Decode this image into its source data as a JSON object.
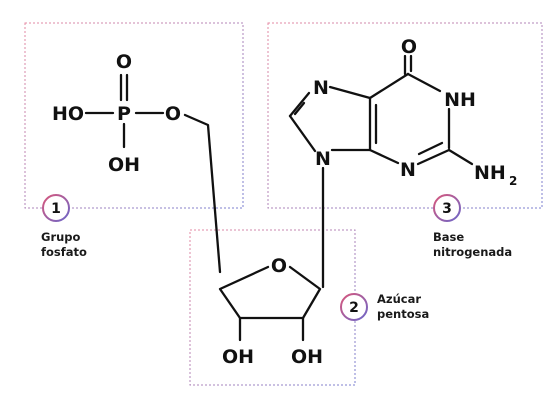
{
  "colors": {
    "frame_gradient_start": "#e58aa3",
    "frame_gradient_end": "#7a7fd0",
    "badge_gradient_start": "#d9577b",
    "badge_gradient_end": "#6b66c9",
    "ink": "#111111"
  },
  "phosphate": {
    "badge": "1",
    "label_lines": [
      "Grupo",
      "fosfato"
    ],
    "atoms": {
      "oxo": "O",
      "hydroxyl_left": "HO",
      "phosphorus": "P",
      "ester_oxygen": "O",
      "hydroxyl_bottom": "OH"
    }
  },
  "sugar": {
    "badge": "2",
    "label_lines": [
      "Azúcar",
      "pentosa"
    ],
    "atoms": {
      "ring_oxygen": "O",
      "hydroxyl_left": "OH",
      "hydroxyl_right": "OH"
    }
  },
  "base": {
    "badge": "3",
    "label_lines": [
      "Base",
      "nitrogenada"
    ],
    "atoms": {
      "carbonyl_oxygen": "O",
      "n7": "N",
      "n1": "NH",
      "n9": "N",
      "n3": "N",
      "amine": "NH",
      "amine_subscript": "2"
    }
  }
}
